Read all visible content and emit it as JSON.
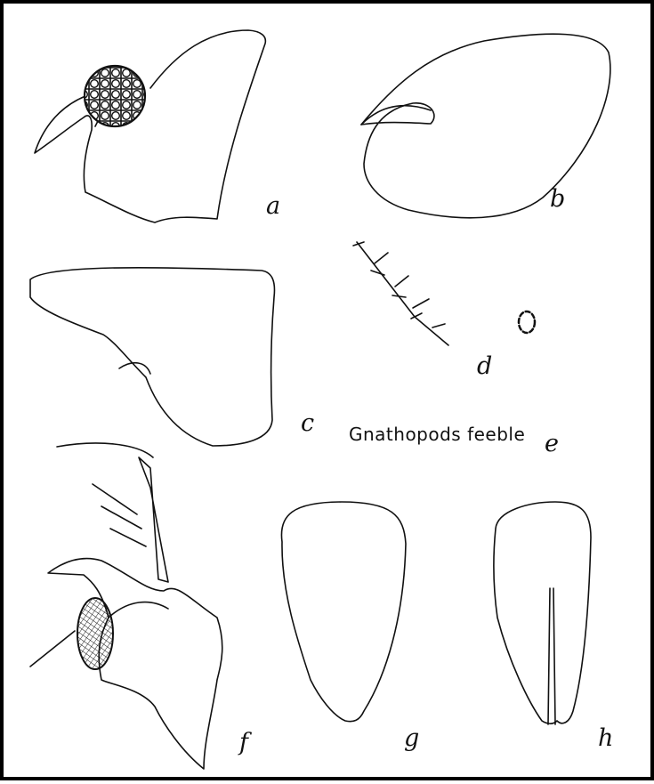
{
  "plate": {
    "caption": "Gnathopods feeble",
    "figures": [
      {
        "label": "a",
        "name": "head-lateral"
      },
      {
        "label": "b",
        "name": "coxal-plate-b"
      },
      {
        "label": "c",
        "name": "coxal-plate-c"
      },
      {
        "label": "d",
        "name": "antenna-flagellum"
      },
      {
        "label": "e",
        "name": "small-ring"
      },
      {
        "label": "f",
        "name": "mouthpart"
      },
      {
        "label": "g",
        "name": "telson-entire"
      },
      {
        "label": "h",
        "name": "telson-cleft"
      }
    ]
  }
}
